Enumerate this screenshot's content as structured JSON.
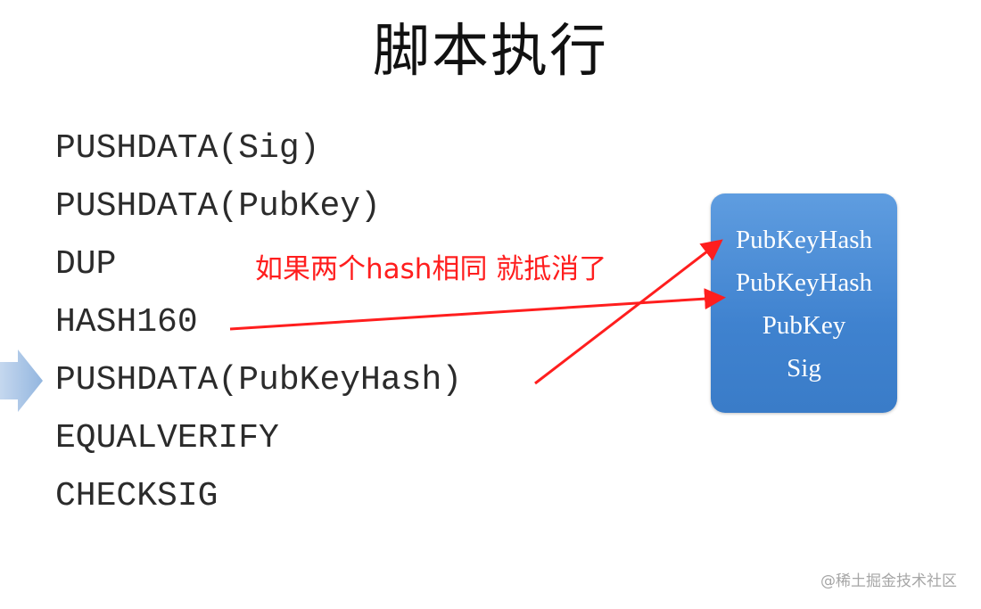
{
  "title": "脚本执行",
  "script": {
    "instructions": [
      "PUSHDATA(Sig)",
      "PUSHDATA(PubKey)",
      "DUP",
      "HASH160",
      "PUSHDATA(PubKeyHash)",
      "EQUALVERIFY",
      "CHECKSIG"
    ],
    "current_index": 4
  },
  "stack": {
    "items": [
      "PubKeyHash",
      "PubKeyHash",
      "PubKey",
      "Sig"
    ],
    "fill_color": "#4a8ad6"
  },
  "annotation": {
    "text": "如果两个hash相同 就抵消了",
    "color": "#ff1e1e"
  },
  "pointer": {
    "color": "#a9c3e3"
  },
  "watermark": "@稀土掘金技术社区"
}
